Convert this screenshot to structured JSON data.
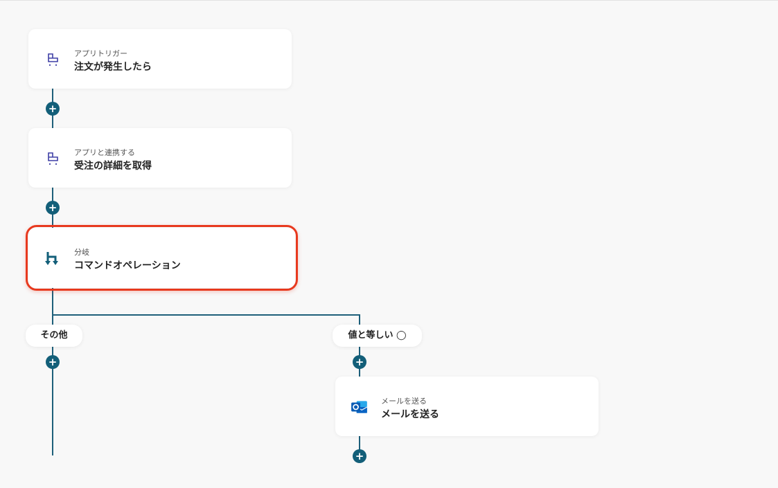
{
  "flow": {
    "steps": [
      {
        "sub": "アプリトリガー",
        "title": "注文が発生したら",
        "icon": "cart-app-icon"
      },
      {
        "sub": "アプリと連携する",
        "title": "受注の詳細を取得",
        "icon": "cart-app-icon"
      },
      {
        "sub": "分岐",
        "title": "コマンドオペレーション",
        "icon": "branch-icon"
      }
    ],
    "branches": {
      "left_label": "その他",
      "right_label": "値と等しい ◯"
    },
    "right_step": {
      "sub": "メールを送る",
      "title": "メールを送る",
      "icon": "outlook-icon"
    },
    "add_button_symbol": "+"
  },
  "colors": {
    "line": "#1d5f7a",
    "add_button": "#135f79",
    "highlight": "#e8391e",
    "app_icon": "#3e3fa5",
    "branch_icon": "#135f79",
    "outlook_blue": "#0a64c4"
  }
}
